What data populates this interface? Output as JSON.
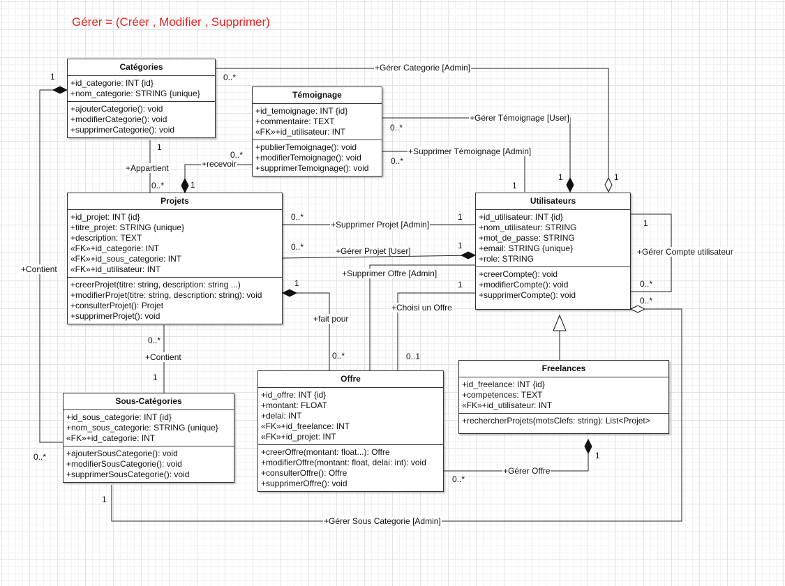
{
  "title": "Gérer = (Créer , Modifier , Supprimer)",
  "classes": {
    "categories": {
      "name": "Catégories",
      "attributes": [
        "+id_categorie: INT {id}",
        "+nom_categorie: STRING {unique}"
      ],
      "methods": [
        "+ajouterCategorie(): void",
        "+modifierCategorie(): void",
        "+supprimerCategorie(): void"
      ]
    },
    "temoignage": {
      "name": "Témoignage",
      "attributes": [
        "+id_temoignage: INT {id}",
        "+commentaire: TEXT",
        "«FK»+id_utilisateur: INT"
      ],
      "methods": [
        "+publierTemoignage(): void",
        "+modifierTemoignage(): void",
        "+supprimerTemoignage(): void"
      ]
    },
    "projets": {
      "name": "Projets",
      "attributes": [
        "+id_projet: INT {id}",
        "+titre_projet: STRING {unique}",
        "+description: TEXT",
        "«FK»+id_categorie: INT",
        "«FK»+id_sous_categorie: INT",
        "«FK»+id_utilisateur: INT"
      ],
      "methods": [
        "+creerProjet(titre: string, description: string ...)",
        "+modifierProjet(titre: string, description: string): void",
        "+consulterProjet(): Projet",
        "+supprimerProjet(): void"
      ]
    },
    "utilisateurs": {
      "name": "Utilisateurs",
      "attributes": [
        "+id_utilisateur: INT {id}",
        "+nom_utilisateur: STRING",
        "+mot_de_passe: STRING",
        "+email: STRING {unique}",
        "+role: STRING"
      ],
      "methods": [
        "+creerCompte(): void",
        "+modifierCompte(): void",
        "+supprimerCompte(): void"
      ]
    },
    "freelances": {
      "name": "Freelances",
      "attributes": [
        "+id_freelance: INT {id}",
        "+competences: TEXT",
        "«FK»+id_utilisateur: INT"
      ],
      "methods": [
        "+rechercherProjets(motsClefs: string): List<Projet>"
      ]
    },
    "offre": {
      "name": "Offre",
      "attributes": [
        "+id_offre: INT {id}",
        "+montant: FLOAT",
        "+delai: INT",
        "«FK»+id_freelance: INT",
        "«FK»+id_projet: INT"
      ],
      "methods": [
        "+creerOffre(montant: float...): Offre",
        "+modifierOffre(montant: float, delai: int): void",
        "+consulterOffre(): Offre",
        "+supprimerOffre(): void"
      ]
    },
    "sous_categories": {
      "name": "Sous-Catégories",
      "attributes": [
        "+id_sous_categorie: INT {id}",
        "+nom_sous_categorie: STRING {unique}",
        "«FK»+id_categorie: INT"
      ],
      "methods": [
        "+ajouterSousCategorie(): void",
        "+modifierSousCategorie(): void",
        "+supprimerSousCategorie(): void"
      ]
    }
  },
  "associations": {
    "gerer_categorie": "+Gérer Categorie [Admin]",
    "gerer_temoignage": "+Gérer Témoignage [User]",
    "supprimer_temoignage": "+Supprimer Témoignage [Admin]",
    "appartient": "+Appartient",
    "recevoir": "+recevoir",
    "supprimer_projet": "+Supprimer Projet [Admin]",
    "gerer_projet": "+Gérer Projet [User]",
    "supprimer_offre": "+Supprimer Offre  [Admin]",
    "choisi_offre": "+Choisi un Offre",
    "gerer_compte": "+Gérer Compte utilisateur",
    "contient_left": "+Contient",
    "contient_mid": "+Contient",
    "fait_pour": "+fait pour",
    "gerer_offre": "+Gérer Offre",
    "gerer_sous_categorie": "+Gérer Sous Categorie  [Admin]"
  },
  "multiplicities": {
    "cat_left": "1",
    "cat_gerer": "0..*",
    "cat_appartient": "1",
    "proj_appartient": "0..*",
    "temo_recevoir": "0..*",
    "proj_recevoir": "1",
    "temo_gerer": "0..*",
    "temo_supprimer": "0..*",
    "user_gerer_temo": "1",
    "user_gerer_cat": "1",
    "user_supprimer_temo": "1",
    "proj_supprimer": "0..*",
    "user_supprimer_proj": "1",
    "proj_gerer": "0..*",
    "user_gerer_proj": "1",
    "user_compte_top": "1",
    "user_compte_bottom": "0..*",
    "user_offre": "1",
    "user_sous_cat": "0..*",
    "proj_offre": "1",
    "offre_proj": "0..*",
    "offre_choisi": "0..1",
    "proj_contient": "0..*",
    "sous_contient": "1",
    "sous_left": "0..*",
    "sous_bottom": "1",
    "free_offre": "1",
    "offre_free": "0..*"
  }
}
